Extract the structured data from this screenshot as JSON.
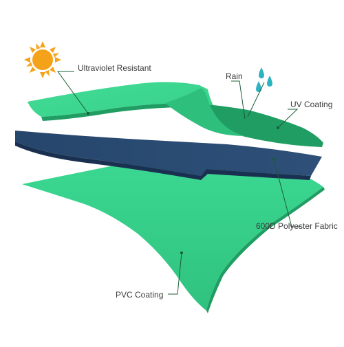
{
  "labels": {
    "ultraviolet": "Ultraviolet Resistant",
    "rain": "Rain",
    "uv_coating": "UV Coating",
    "polyester": "600D Polyester Fabric",
    "pvc": "PVC Coating"
  },
  "icons": {
    "sun": "sun-icon",
    "rain": "raindrops-icon"
  },
  "colors": {
    "sun_fill": "#f5a21b",
    "rain_drop": "#2bb3c0",
    "green_layer": "#35d08a",
    "green_layer_edge": "#1f9d62",
    "navy_layer": "#2a4a72",
    "navy_layer_edge": "#1a3050",
    "leader_line": "#1b5c34",
    "label_text": "#3a3a3a"
  }
}
